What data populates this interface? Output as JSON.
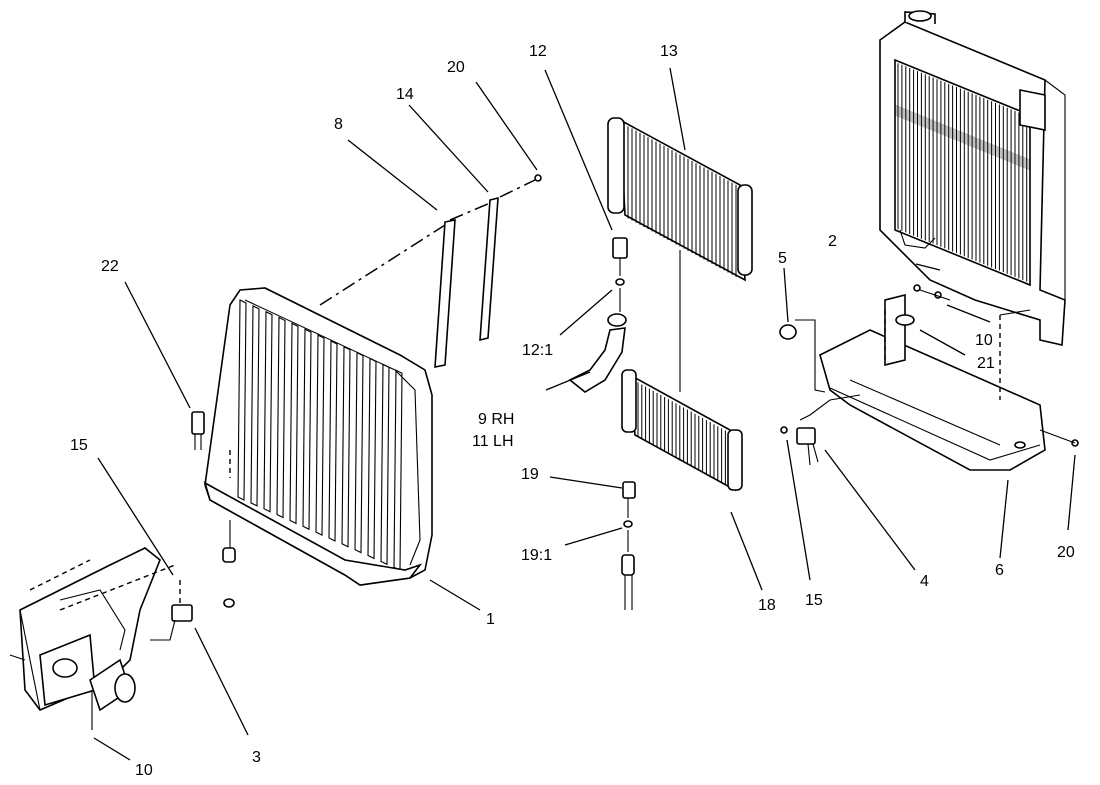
{
  "callouts": {
    "c1": "1",
    "c2": "2",
    "c3": "3",
    "c4": "4",
    "c5": "5",
    "c6": "6",
    "c8": "8",
    "c9": "9 RH",
    "c11": "11 LH",
    "c10a": "10",
    "c10b": "10",
    "c12": "12",
    "c12_1": "12:1",
    "c13": "13",
    "c14": "14",
    "c15a": "15",
    "c15b": "15",
    "c18": "18",
    "c19": "19",
    "c19_1": "19:1",
    "c20a": "20",
    "c20b": "20",
    "c21": "21",
    "c22": "22"
  }
}
